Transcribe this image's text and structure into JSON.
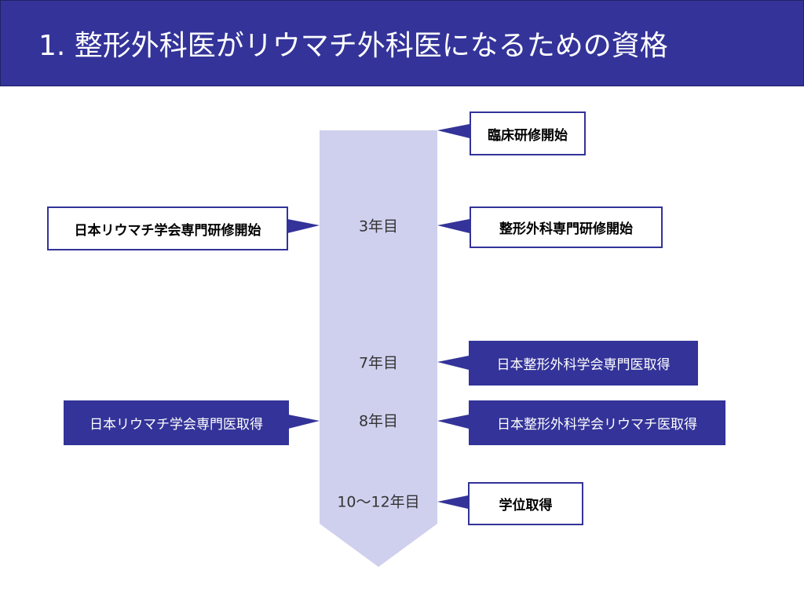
{
  "title": "1. 整形外科医がリウマチ外科医になるための資格",
  "timeline": {
    "years": [
      "3年目",
      "7年目",
      "8年目",
      "10〜12年目"
    ]
  },
  "right_events": [
    "臨床研修開始",
    "整形外科専門研修開始",
    "日本整形外科学会専門医取得",
    "日本整形外科学会リウマチ医取得",
    "学位取得"
  ],
  "left_events": [
    "日本リウマチ学会専門研修開始",
    "日本リウマチ学会専門医取得"
  ],
  "colors": {
    "primary": "#333399",
    "arrow": "#cfd0ee"
  }
}
